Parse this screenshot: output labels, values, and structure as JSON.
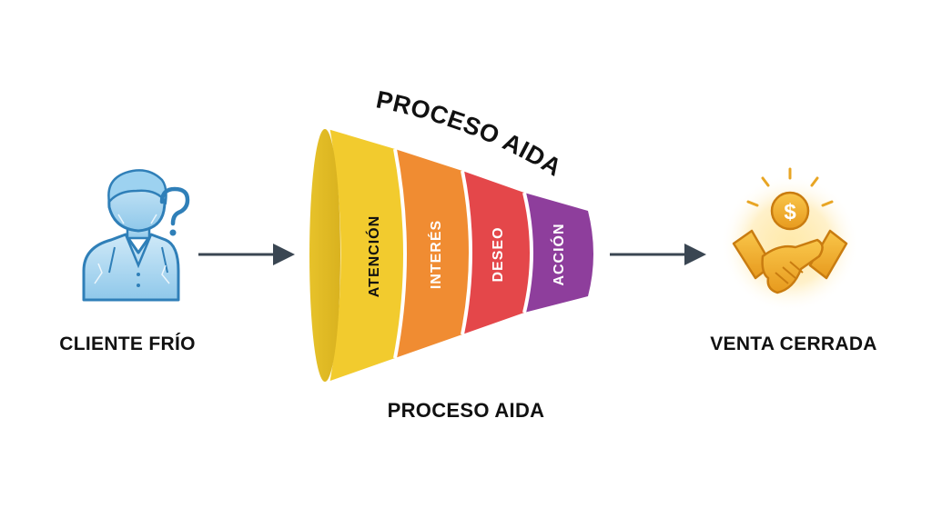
{
  "diagram": {
    "top_title": "PROCESO AIDA",
    "bottom_title": "PROCESO AIDA",
    "client": {
      "label": "CLIENTE FRÍO",
      "icon": "cold-person-question-icon"
    },
    "sale": {
      "label": "VENTA CERRADA",
      "icon": "handshake-dollar-icon"
    },
    "stages": [
      {
        "label": "ATENCIÓN",
        "color": "#F2CB2E"
      },
      {
        "label": "INTERÉS",
        "color": "#F08C32"
      },
      {
        "label": "DESEO",
        "color": "#E4474A"
      },
      {
        "label": "ACCIÓN",
        "color": "#8E3E9C"
      }
    ],
    "colors": {
      "arrow": "#3A4652",
      "ice": "#4FA3D6",
      "gold": "#E8A524"
    }
  }
}
